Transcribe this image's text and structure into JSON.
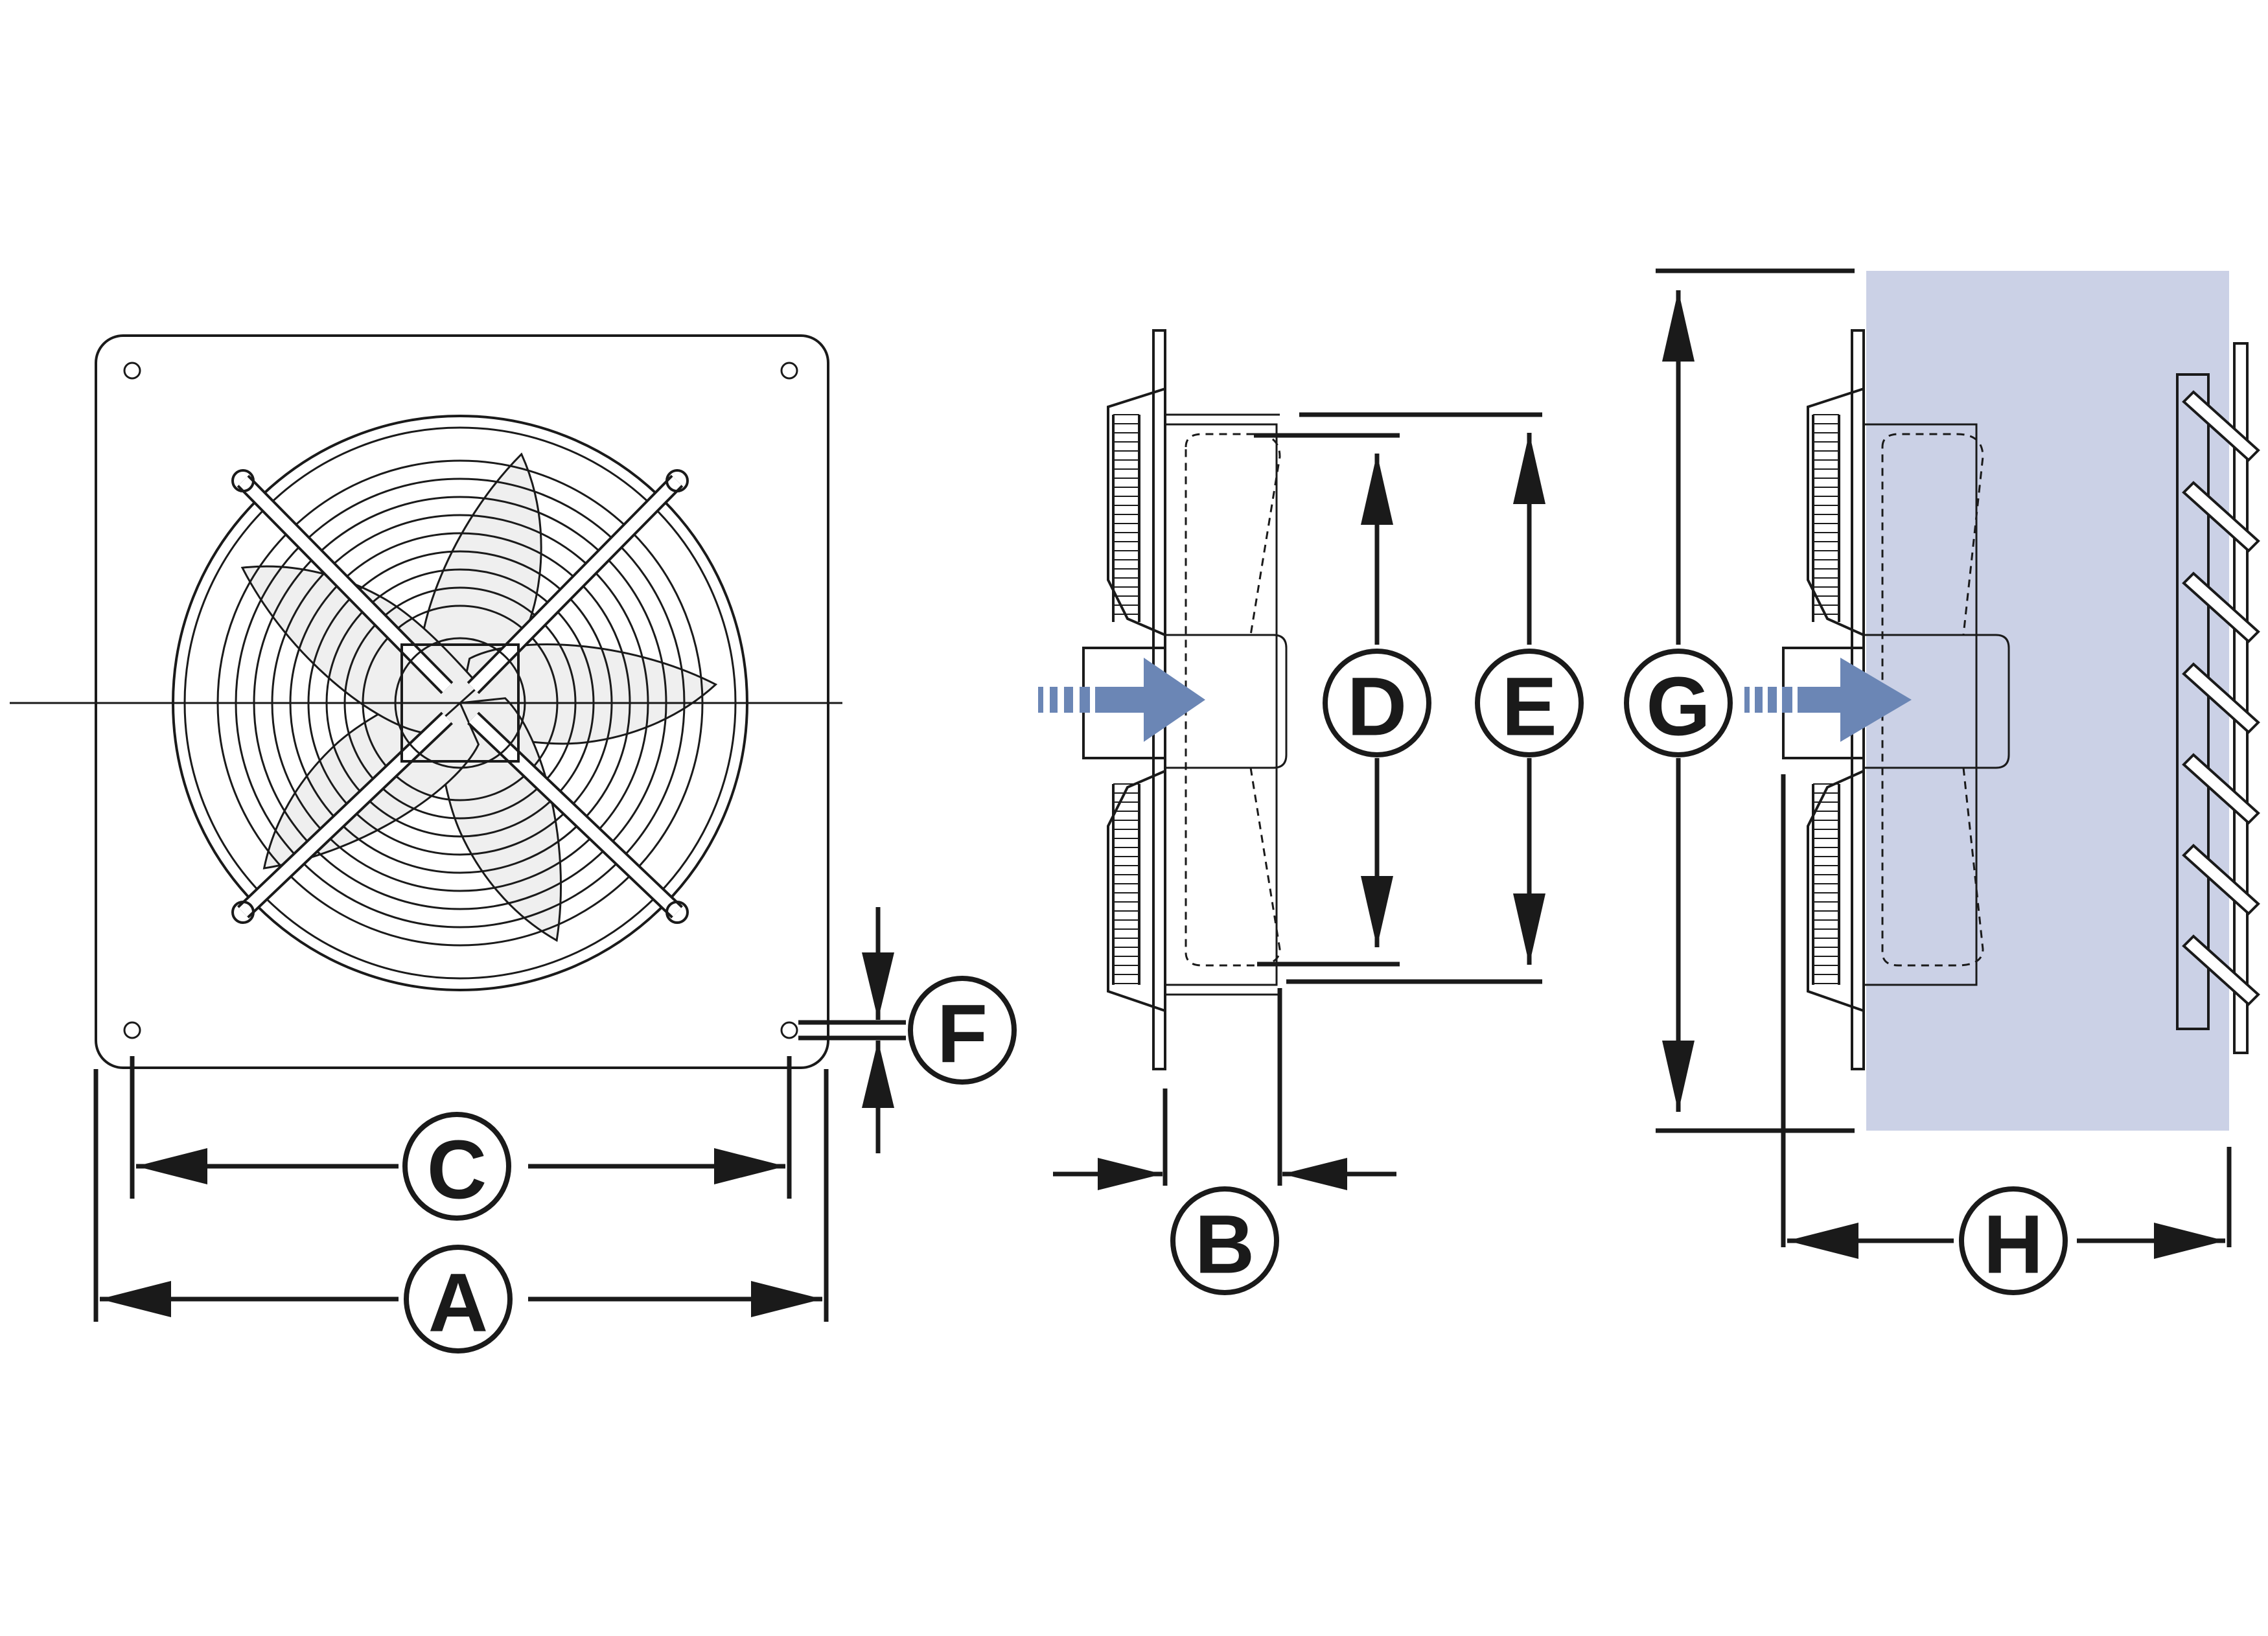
{
  "colors": {
    "airflow_arrow": "#6B86B5",
    "duct_fill": "#CBD1E6",
    "blade_fill": "#EFEFEF",
    "line": "#1A1A1A"
  },
  "views": {
    "front": {
      "labels": {
        "outer_width": "A",
        "hole_spacing": "C",
        "hole_diameter": "F"
      }
    },
    "side": {
      "labels": {
        "depth": "B",
        "inner_diameter": "D",
        "outer_diameter": "E"
      }
    },
    "installed": {
      "labels": {
        "panel_height": "G",
        "overall_depth": "H"
      }
    }
  }
}
